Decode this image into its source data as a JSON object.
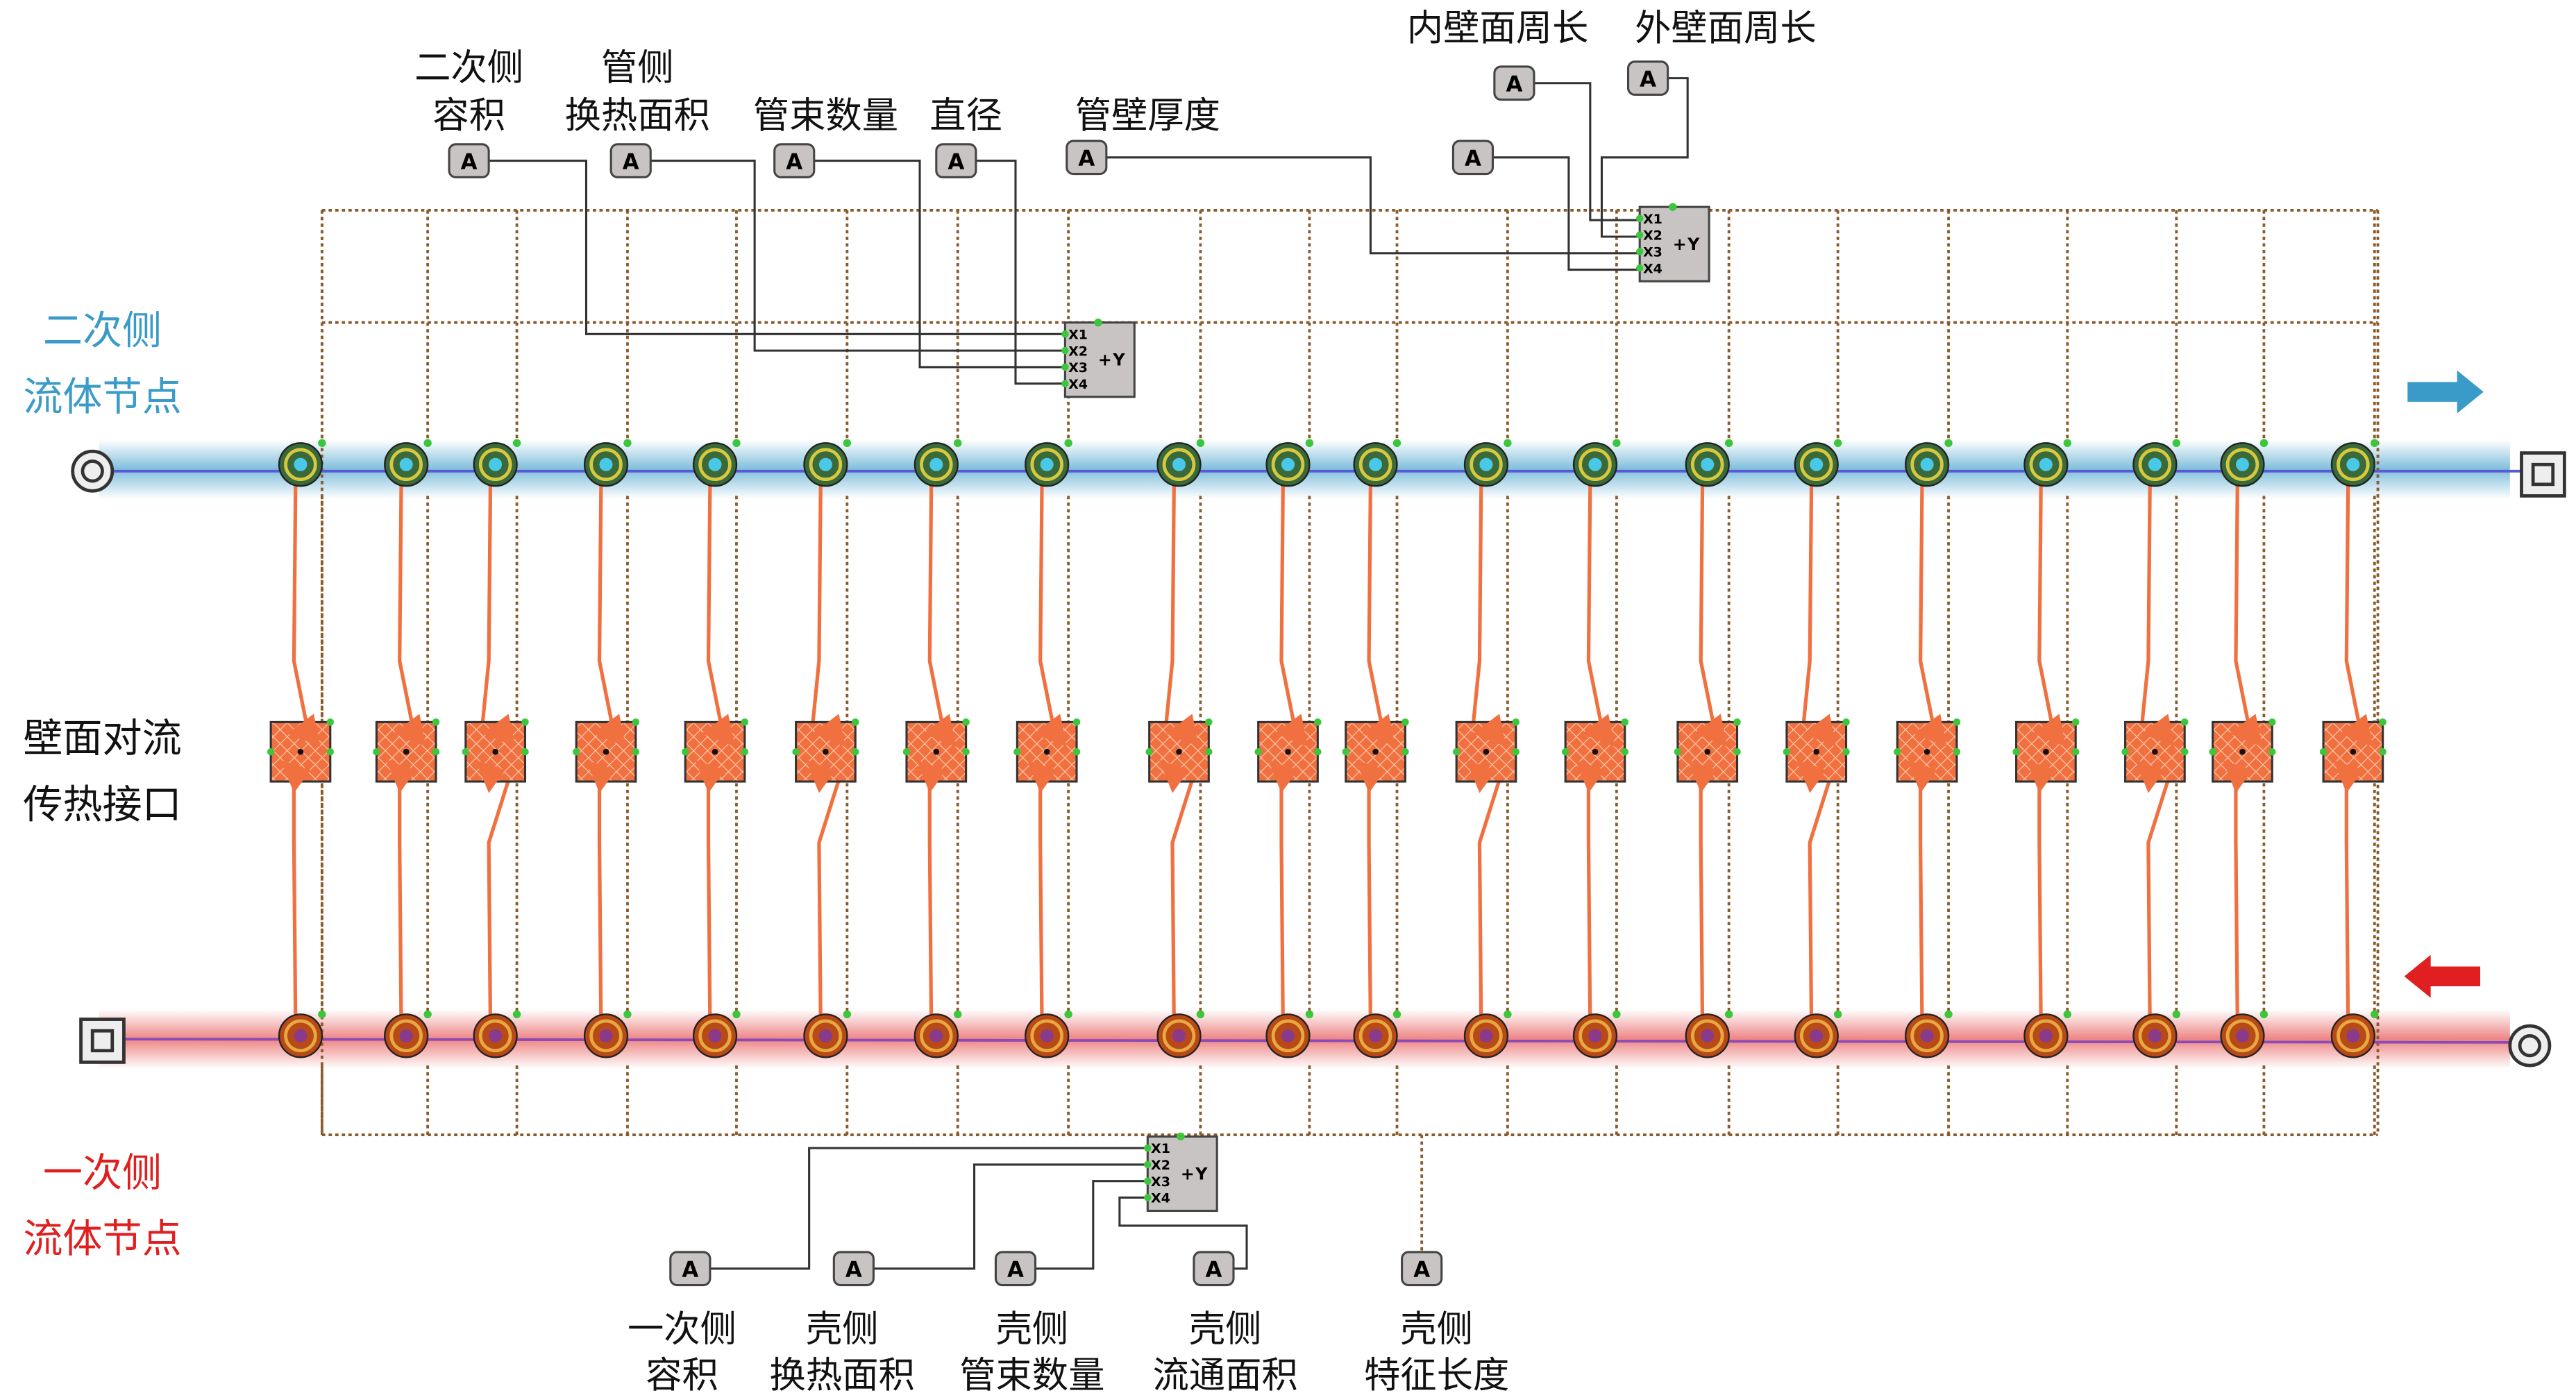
{
  "colors": {
    "secondary": "#3a9bc8",
    "primary": "#e02020",
    "wall": "#f07040",
    "signal": "#8a5a2a",
    "port": "#3cc63c",
    "block": "#c8c4c4"
  },
  "left_labels": {
    "secondary": [
      "二次侧",
      "流体节点"
    ],
    "wall": [
      "壁面对流",
      "传热接口"
    ],
    "primary": [
      "一次侧",
      "流体节点"
    ]
  },
  "top_params": [
    {
      "lines": [
        "二次侧",
        "容积"
      ]
    },
    {
      "lines": [
        "管侧",
        "换热面积"
      ]
    },
    {
      "lines": [
        "",
        "管束数量"
      ]
    },
    {
      "lines": [
        "",
        "直径"
      ]
    },
    {
      "lines": [
        "",
        "管壁厚度"
      ]
    }
  ],
  "perimeter_params": [
    "内壁面周长",
    "外壁面周长"
  ],
  "bottom_params": [
    {
      "lines": [
        "一次侧",
        "容积"
      ]
    },
    {
      "lines": [
        "壳侧",
        "换热面积"
      ]
    },
    {
      "lines": [
        "壳侧",
        "管束数量"
      ]
    },
    {
      "lines": [
        "壳侧",
        "流通面积"
      ]
    },
    {
      "lines": [
        "壳侧",
        "特征长度"
      ]
    }
  ],
  "block_glyphs": {
    "constant": "A",
    "sum_inputs": [
      "X1",
      "X2",
      "X3",
      "X4"
    ],
    "sum_output": "Y",
    "sum_sign": "+"
  },
  "icons": {
    "secondary_flow": "arrow-right-icon",
    "primary_flow": "arrow-left-icon"
  }
}
